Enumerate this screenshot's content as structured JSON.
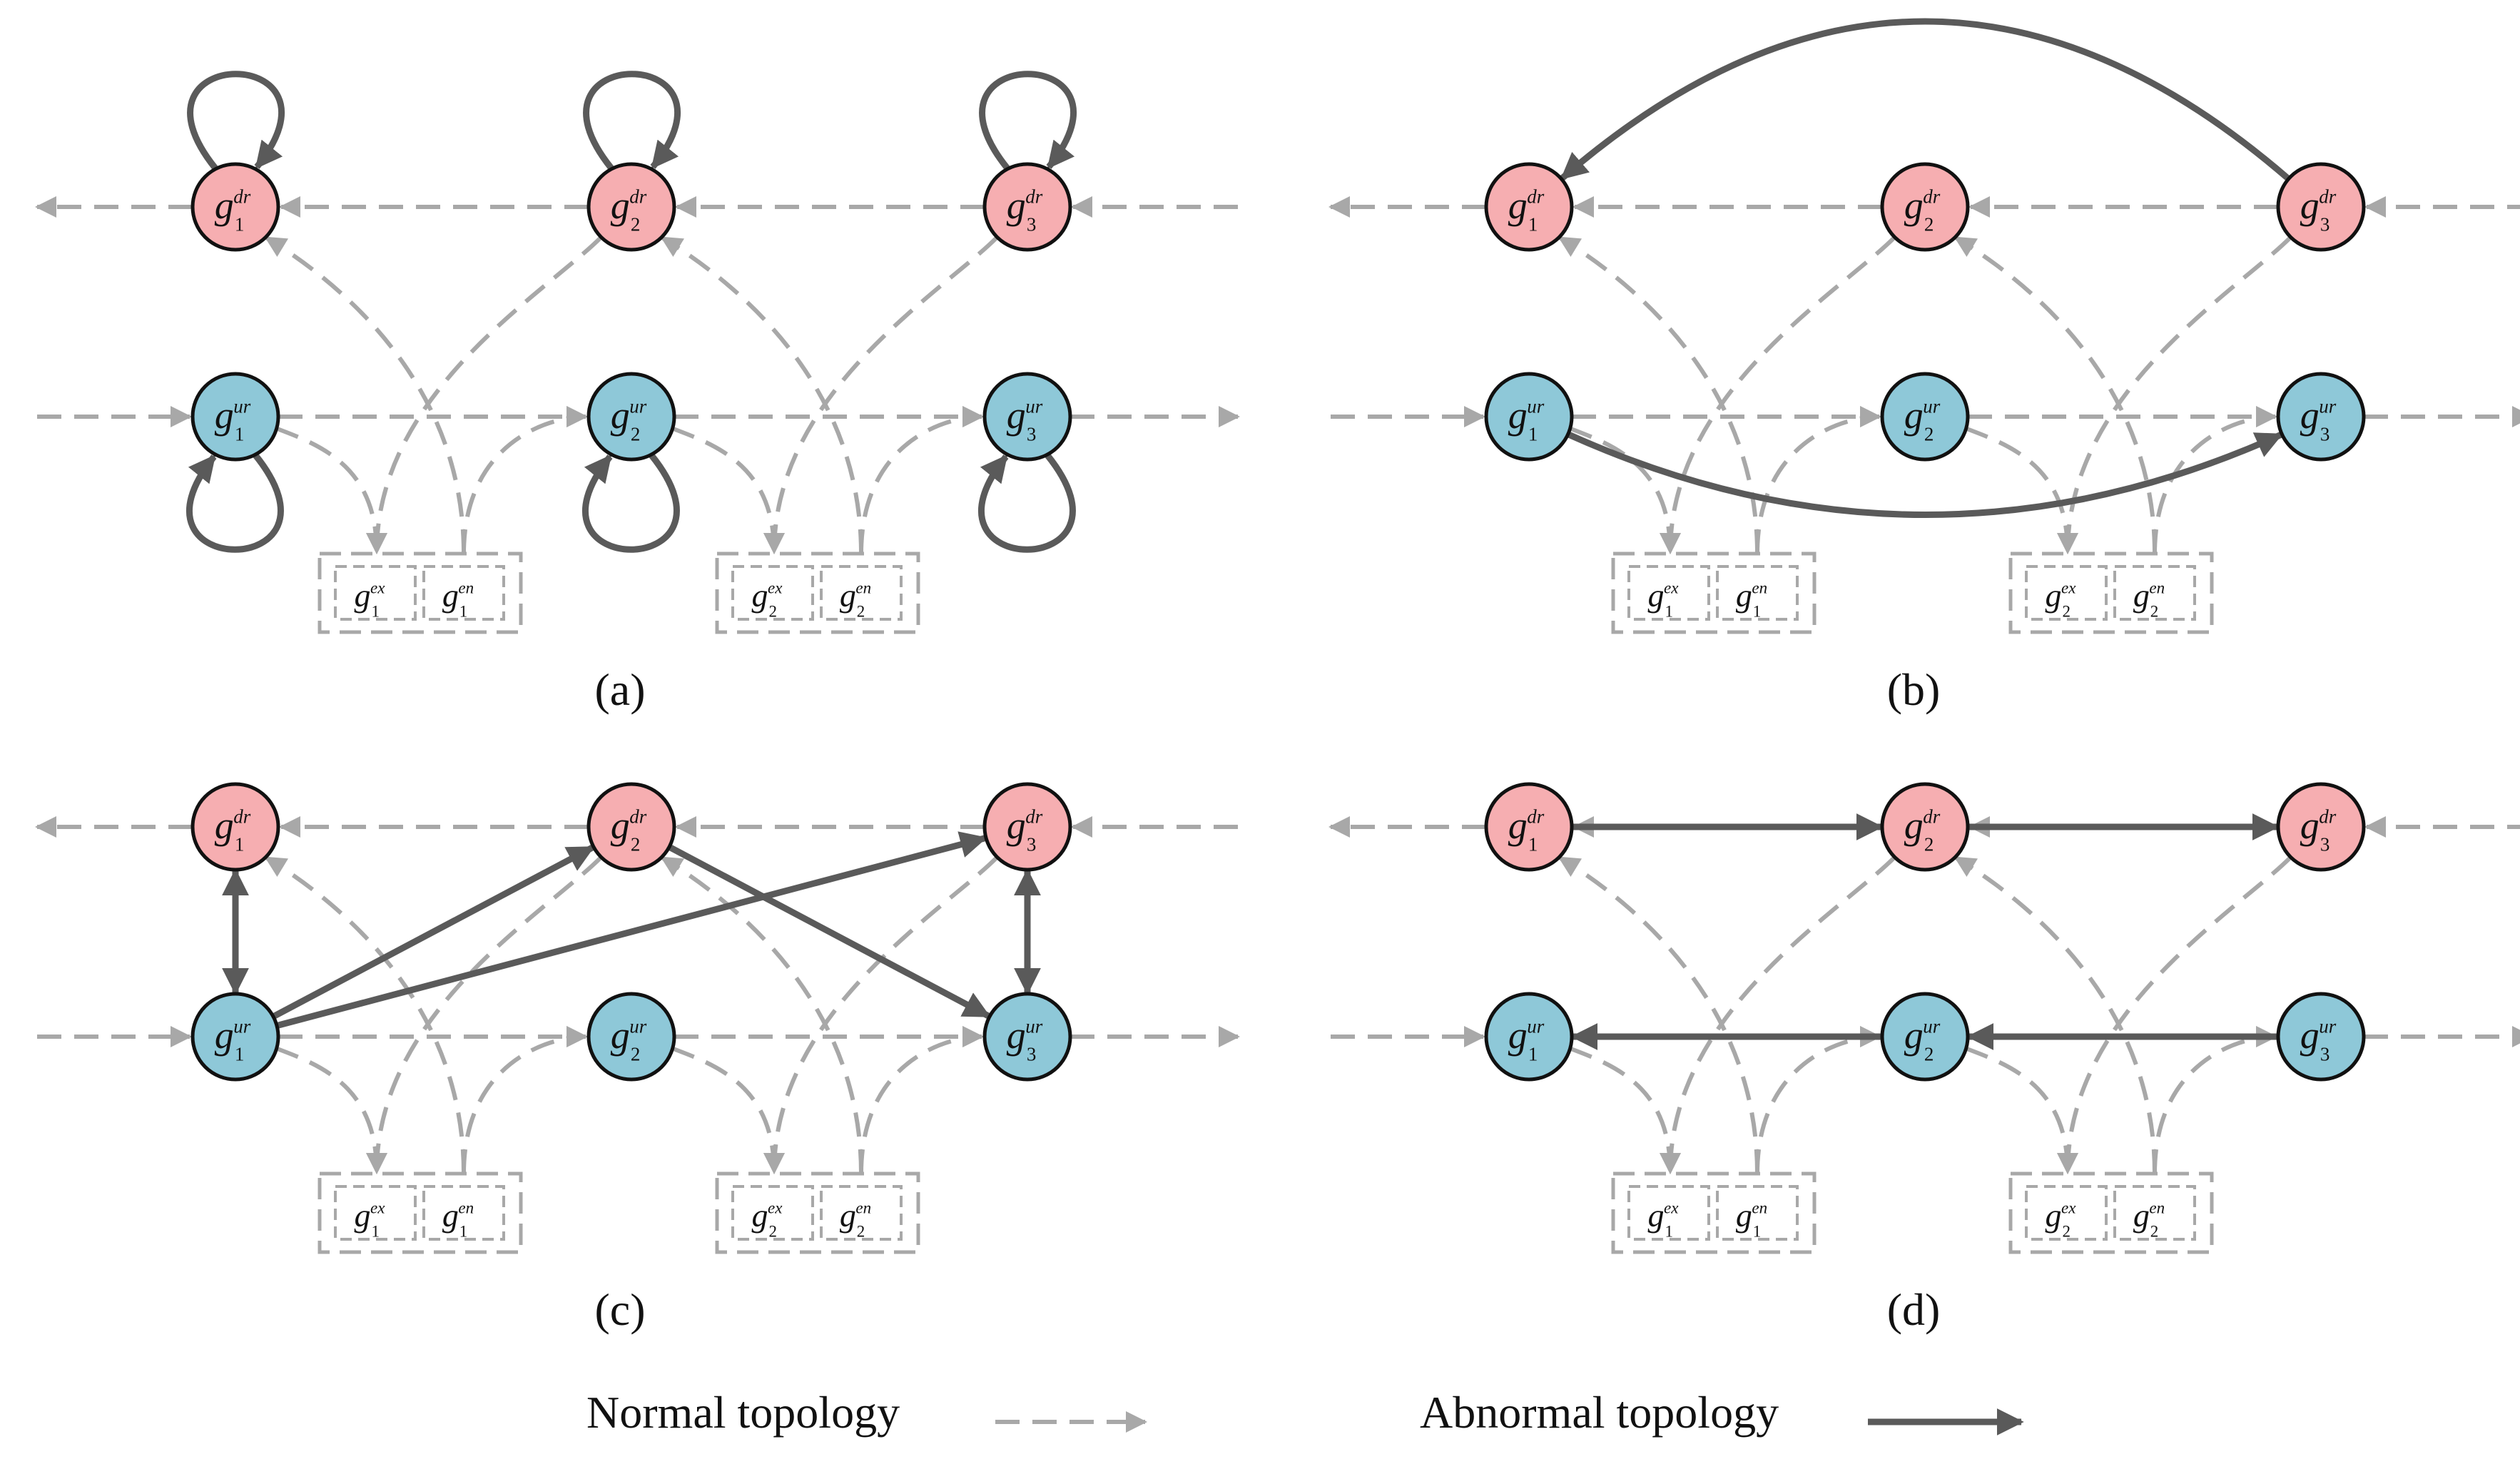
{
  "panels": [
    {
      "caption": "(a)",
      "ox": 0,
      "oy": 0,
      "abnormal_edges": [
        {
          "type": "selfloop",
          "node": "d1",
          "side": "top"
        },
        {
          "type": "selfloop",
          "node": "d2",
          "side": "top"
        },
        {
          "type": "selfloop",
          "node": "d3",
          "side": "top"
        },
        {
          "type": "selfloop",
          "node": "u1",
          "side": "bottom"
        },
        {
          "type": "selfloop",
          "node": "u2",
          "side": "bottom"
        },
        {
          "type": "selfloop",
          "node": "u3",
          "side": "bottom"
        }
      ]
    },
    {
      "caption": "(b)",
      "ox": 1813,
      "oy": 0,
      "abnormal_edges": [
        {
          "type": "arc",
          "from": "d3",
          "to": "d1",
          "bend": -480
        },
        {
          "type": "arc",
          "from": "u1",
          "to": "u3",
          "bend": 250
        }
      ]
    },
    {
      "caption": "(c)",
      "ox": 0,
      "oy": 869,
      "abnormal_edges": [
        {
          "type": "line",
          "from": "u1",
          "to": "d1",
          "double": true
        },
        {
          "type": "line",
          "from": "u3",
          "to": "d3",
          "double": true
        },
        {
          "type": "line",
          "from": "u1",
          "to": "d2"
        },
        {
          "type": "line",
          "from": "u1",
          "to": "d3"
        },
        {
          "type": "line",
          "from": "d2",
          "to": "u3"
        }
      ]
    },
    {
      "caption": "(d)",
      "ox": 1813,
      "oy": 869,
      "abnormal_edges": [
        {
          "type": "line",
          "from": "d1",
          "to": "d2"
        },
        {
          "type": "line",
          "from": "d2",
          "to": "d3"
        },
        {
          "type": "line",
          "from": "u3",
          "to": "u2"
        },
        {
          "type": "line",
          "from": "u2",
          "to": "u1"
        }
      ]
    }
  ],
  "nodes": {
    "d1": {
      "base": "g",
      "sub": "1",
      "sup": "dr",
      "kind": "dr"
    },
    "d2": {
      "base": "g",
      "sub": "2",
      "sup": "dr",
      "kind": "dr"
    },
    "d3": {
      "base": "g",
      "sub": "3",
      "sup": "dr",
      "kind": "dr"
    },
    "u1": {
      "base": "g",
      "sub": "1",
      "sup": "ur",
      "kind": "ur"
    },
    "u2": {
      "base": "g",
      "sub": "2",
      "sup": "ur",
      "kind": "ur"
    },
    "u3": {
      "base": "g",
      "sub": "3",
      "sup": "ur",
      "kind": "ur"
    }
  },
  "boxes": [
    {
      "group": "1",
      "items": [
        {
          "base": "g",
          "sub": "1",
          "sup": "ex"
        },
        {
          "base": "g",
          "sub": "1",
          "sup": "en"
        }
      ]
    },
    {
      "group": "2",
      "items": [
        {
          "base": "g",
          "sub": "2",
          "sup": "ex"
        },
        {
          "base": "g",
          "sub": "2",
          "sup": "en"
        }
      ]
    }
  ],
  "legend": {
    "normal_label": "Normal topology",
    "abnormal_label": "Abnormal topology"
  },
  "colors": {
    "dr_fill": "#f6aeb1",
    "ur_fill": "#8ec8d8",
    "normal_edge": "#a8a8a8",
    "abnormal_edge": "#5a5a5a",
    "node_stroke": "#111111"
  }
}
